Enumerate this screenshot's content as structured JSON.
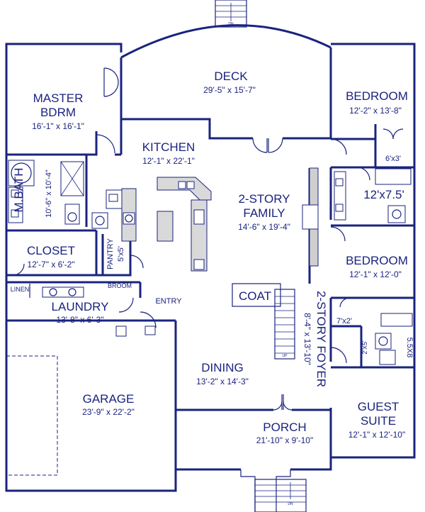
{
  "rooms": {
    "deck": {
      "name": "DECK",
      "dims": "29'-5\" x 15'-7\""
    },
    "master": {
      "name1": "MASTER",
      "name2": "BDRM",
      "dims": "16'-1\" x 16'-1\""
    },
    "bedroom1": {
      "name": "BEDROOM",
      "dims": "12'-2\" x 13'-8\""
    },
    "kitchen": {
      "name": "KITCHEN",
      "dims": "12'-1\" x 22'-1\""
    },
    "closet63": {
      "dims": "6'x3'"
    },
    "bath2": {
      "dims": "12'x7.5'"
    },
    "mbath": {
      "name": "M.BATH",
      "dims": "10'-6\" x 10'-4\""
    },
    "family": {
      "name1": "2-STORY",
      "name2": "FAMILY",
      "dims": "14'-6\" x 19'-4\""
    },
    "closet": {
      "name": "CLOSET",
      "dims": "12'-7\" x 6'-2\""
    },
    "pantry": {
      "name": "PANTRY",
      "dims": "5'x5'"
    },
    "bedroom2": {
      "name": "BEDROOM",
      "dims": "12'-1\" x 12'-0\""
    },
    "linen": {
      "name": "LINEN"
    },
    "broom": {
      "name": "BROOM"
    },
    "coat": {
      "name": "COAT"
    },
    "foyer": {
      "name": "2-STORY FOYER",
      "dims": "8'-4\" x 13'-10\""
    },
    "laundry": {
      "name": "LAUNDRY",
      "dims": "13'-8\" x 6'-3\""
    },
    "entry": {
      "name": "ENTRY"
    },
    "closet72": {
      "dims": "7'x2'"
    },
    "closet25": {
      "dims": "2'X5'"
    },
    "closet558": {
      "dims": "5.5X8"
    },
    "dining": {
      "name": "DINING",
      "dims": "13'-2\" x 14'-3\""
    },
    "garage": {
      "name": "GARAGE",
      "dims": "23'-9\" x 22'-2\""
    },
    "guest": {
      "name1": "GUEST",
      "name2": "SUITE",
      "dims": "12'-1\" x 12'-10\""
    },
    "porch": {
      "name": "PORCH",
      "dims": "21'-10\" x 9'-10\""
    }
  },
  "stairs": {
    "dn_top": "DN",
    "dn_bottom": "DN",
    "up": "UP"
  },
  "colors": {
    "line": "#1a237e",
    "counter": "#d9d9d9",
    "background": "#ffffff"
  }
}
